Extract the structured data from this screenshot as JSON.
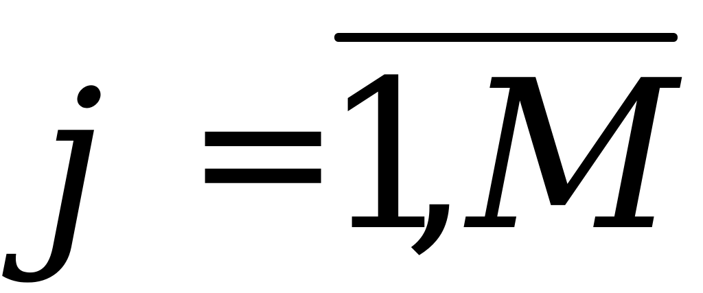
{
  "formula": {
    "variable": "j",
    "relation": "=",
    "range_start": "1",
    "separator": ",",
    "range_end": "M"
  }
}
